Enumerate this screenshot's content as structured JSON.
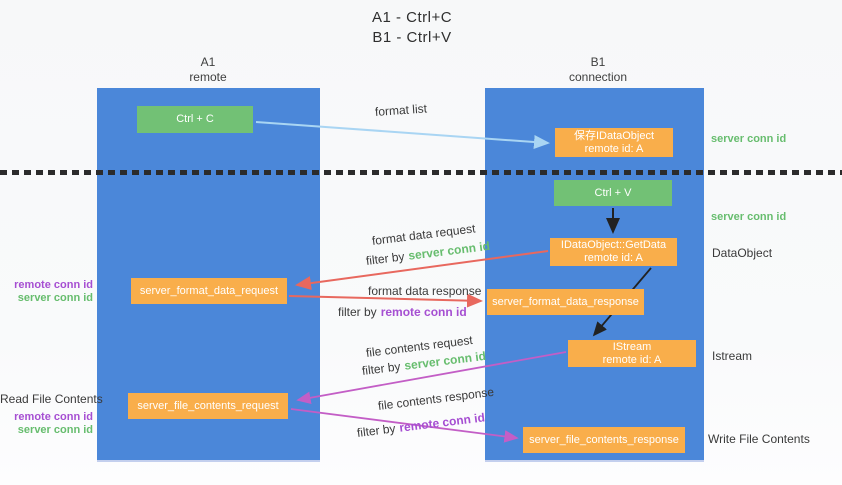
{
  "title": {
    "line1": "A1 - Ctrl+C",
    "line2": "B1 - Ctrl+V"
  },
  "columns": {
    "left": {
      "name": "A1",
      "role": "remote"
    },
    "right": {
      "name": "B1",
      "role": "connection"
    }
  },
  "nodes": {
    "ctrl_c": {
      "label": "Ctrl + C"
    },
    "save_idataobject": {
      "line1": "保存IDataObject",
      "line2": "remote id: A"
    },
    "ctrl_v": {
      "label": "Ctrl + V"
    },
    "getdata": {
      "line1": "IDataObject::GetData",
      "line2": "remote id: A"
    },
    "server_format_data_request": {
      "label": "server_format_data_request"
    },
    "server_format_data_response": {
      "label": "server_format_data_response"
    },
    "istream": {
      "line1": "IStream",
      "line2": "remote id: A"
    },
    "server_file_contents_request": {
      "label": "server_file_contents_request"
    },
    "server_file_contents_response": {
      "label": "server_file_contents_response"
    }
  },
  "flow_labels": {
    "format_list": "format list",
    "format_data_request": "format data request",
    "format_data_response": "format data response",
    "file_contents_request": "file contents request",
    "file_contents_response": "file contents response",
    "filter_by": "filter by",
    "server_conn_id": "server conn id",
    "remote_conn_id": "remote conn id"
  },
  "side_labels": {
    "server_conn_id_top": "server conn id",
    "server_conn_id_mid": "server conn id",
    "dataobject": "DataObject",
    "istream": "Istream",
    "write_file_contents": "Write File Contents",
    "read_file_contents": "Read File Contents",
    "remote_conn_id": "remote conn id",
    "server_conn_id": "server conn id"
  },
  "colors": {
    "column_blue": "#4b87d9",
    "node_green": "#72c175",
    "node_orange": "#f9ae4b",
    "green_text": "#67bd6e",
    "purple_text": "#a64fd2",
    "red_arrow": "#e8685e",
    "magenta_arrow": "#c35ec6",
    "blue_arrow": "#a9d5f3",
    "black_arrow": "#222222"
  }
}
